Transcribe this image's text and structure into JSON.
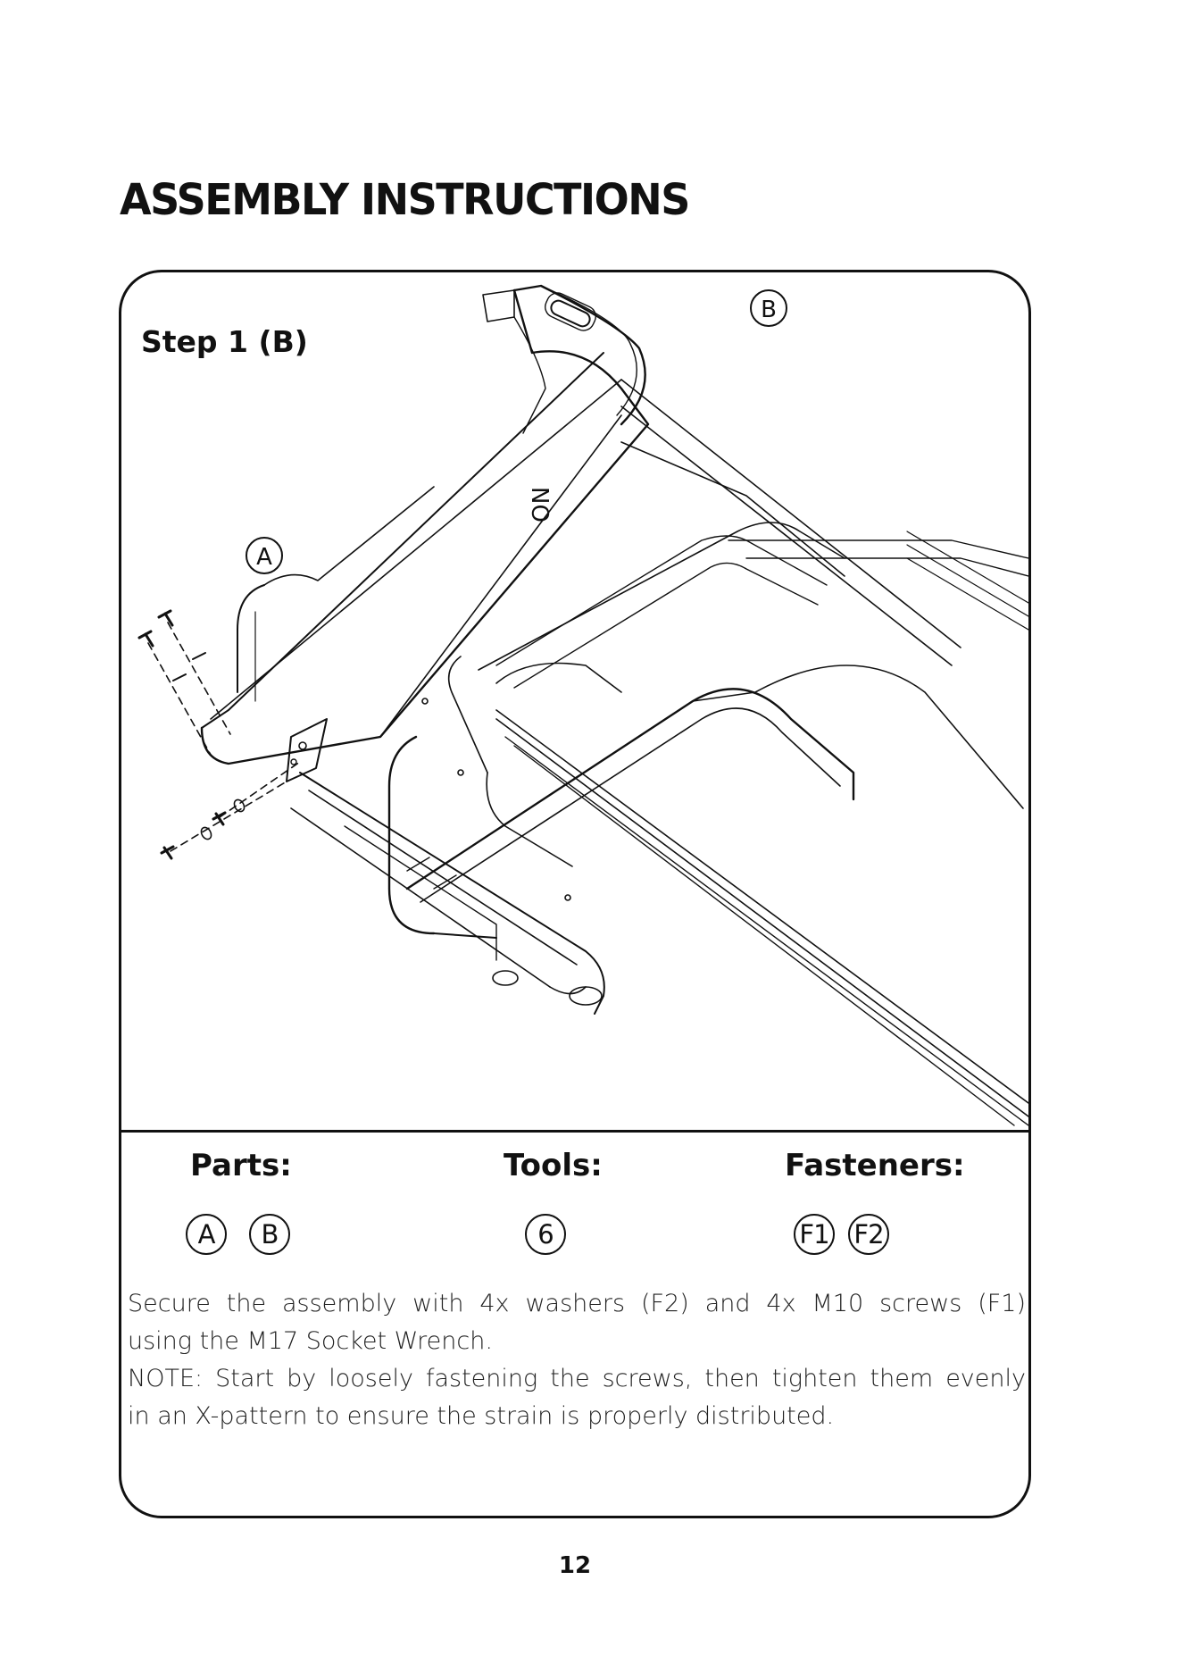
{
  "page": {
    "title": "ASSEMBLY INSTRUCTIONS",
    "page_number": "12"
  },
  "step": {
    "label": "Step 1 (B)",
    "callouts": {
      "a": "A",
      "b": "B"
    },
    "frame_text": "NO"
  },
  "columns": {
    "parts": {
      "heading": "Parts:",
      "items": [
        "A",
        "B"
      ]
    },
    "tools": {
      "heading": "Tools:",
      "items": [
        "6"
      ]
    },
    "fasteners": {
      "heading": "Fasteners:",
      "items": [
        "F1",
        "F2"
      ]
    }
  },
  "description": {
    "line1": "Secure the assembly with 4x washers (F2) and 4x M10 screws (F1)",
    "line2": "using the M17 Socket Wrench.",
    "line3": "NOTE: Start by loosely fastening the screws, then tighten them evenly",
    "line4": "in an X-pattern to ensure the strain is properly distributed."
  }
}
